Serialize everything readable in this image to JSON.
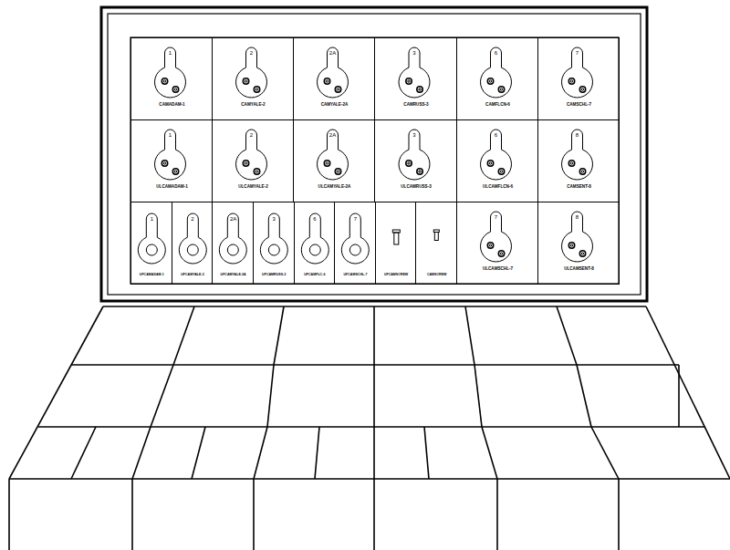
{
  "diagram": {
    "nodes": [
      {
        "text": [
          "1",
          "CAMADAM-1"
        ]
      },
      {
        "text": [
          "2",
          "CAMYALE-2"
        ]
      },
      {
        "text": [
          "2A",
          "CAMYALE-2A"
        ]
      },
      {
        "text": [
          "3",
          "CAMRUSS-3"
        ]
      },
      {
        "text": [
          "6",
          "CAMFLCN-6"
        ]
      },
      {
        "text": [
          "7",
          "CAMSCHL-7"
        ]
      },
      {
        "text": [
          "1",
          "ULCAMADAM-1"
        ]
      },
      {
        "text": [
          "2",
          "ULCAMYALE-2"
        ]
      },
      {
        "text": [
          "2A",
          "ULCAMYALE-2A"
        ]
      },
      {
        "text": [
          "3",
          "ULCAMRUSS-3"
        ]
      },
      {
        "text": [
          "6",
          "ULCAMFLCN-6"
        ]
      },
      {
        "text": [
          "8",
          "CAMSENT-8"
        ]
      },
      {
        "text": [
          "1",
          "UFCAMADAM-1"
        ]
      },
      {
        "text": [
          "2",
          "UFCAMYALE-2"
        ]
      },
      {
        "text": [
          "2A",
          "UFCAMYALE-2A"
        ]
      },
      {
        "text": [
          "3",
          "UFCAMRUSS-3"
        ]
      },
      {
        "text": [
          "6",
          "UFCAMFLC-6"
        ]
      },
      {
        "text": [
          "7",
          "UFCAMSCHL-7"
        ]
      },
      {
        "text": [
          "UFCAMSCREW"
        ]
      },
      {
        "text": [
          "CAMSCREW"
        ]
      },
      {
        "text": [
          "7",
          "ULCAMSCHL-7"
        ]
      },
      {
        "text": [
          "8",
          "ULCAMSENT-8"
        ]
      }
    ]
  }
}
